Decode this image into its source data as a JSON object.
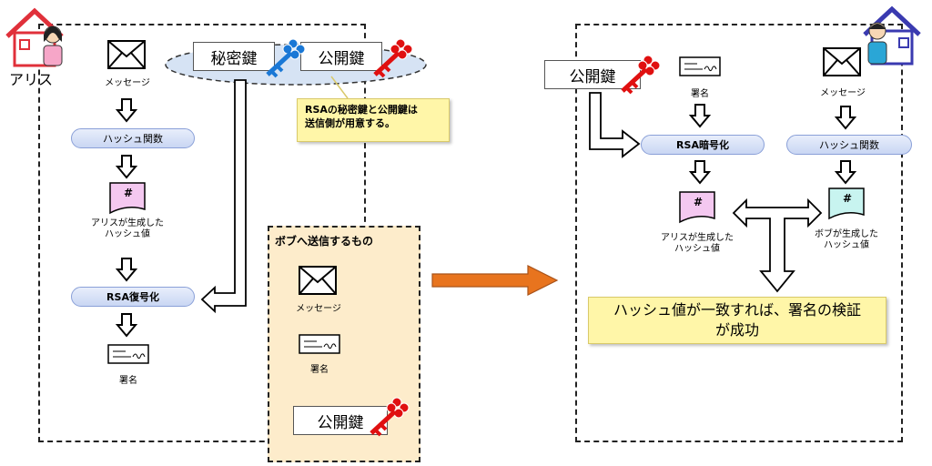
{
  "alice": {
    "name": "アリス",
    "message_label": "メッセージ",
    "hash_function": "ハッシュ関数",
    "hash_value_line1": "アリスが生成した",
    "hash_value_line2": "ハッシュ値",
    "hash_mark": "#",
    "rsa_decrypt": "RSA復号化",
    "signature_label": "署名",
    "private_key": "秘密鍵",
    "public_key": "公開鍵",
    "note_line1": "RSAの秘密鍵と公開鍵は",
    "note_line2": "送信側が用意する。"
  },
  "send_box": {
    "title": "ボブへ送信するもの",
    "message_label": "メッセージ",
    "signature_label": "署名",
    "public_key": "公開鍵"
  },
  "bob": {
    "public_key": "公開鍵",
    "signature_label": "署名",
    "message_label": "メッセージ",
    "rsa_encrypt": "RSA暗号化",
    "hash_function": "ハッシュ関数",
    "hash_mark": "#",
    "alice_hash_line1": "アリスが生成した",
    "alice_hash_line2": "ハッシュ値",
    "bob_hash_line1": "ボブが生成した",
    "bob_hash_line2": "ハッシュ値",
    "result_line1": "ハッシュ値が一致すれば、署名の検証",
    "result_line2": "が成功"
  },
  "colors": {
    "alice_house": "#e0303a",
    "bob_house": "#3a3ab0",
    "private_key": "#1a78d6",
    "public_key": "#e01010",
    "send_box_bg": "#fdeccb",
    "arrow_orange": "#e8741e",
    "alice_hash_doc": "#f4c8f0",
    "bob_hash_doc": "#c8f4f0",
    "result_bg": "#fff6a8"
  }
}
